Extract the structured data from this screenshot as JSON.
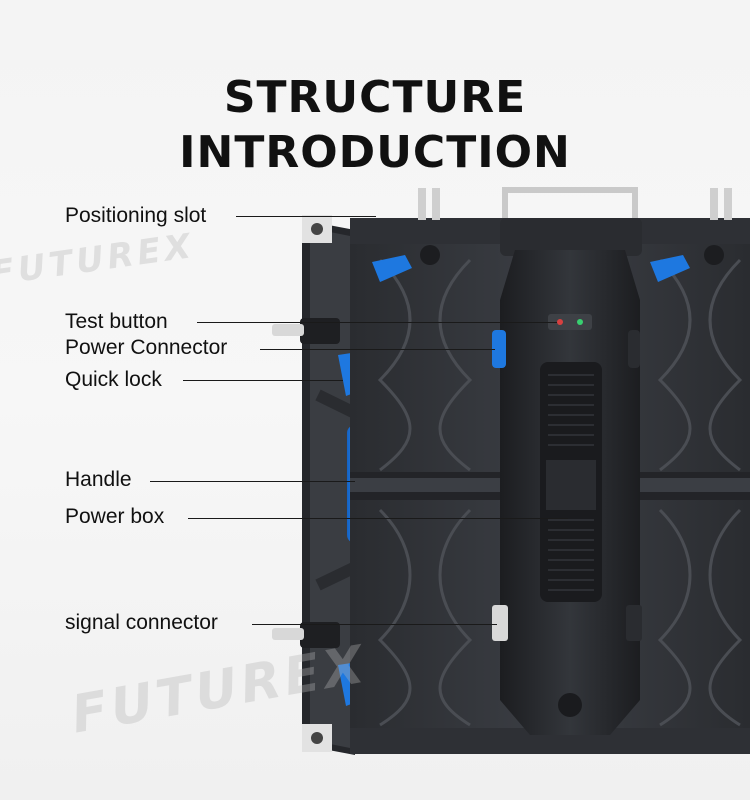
{
  "title": {
    "line1": "STRUCTURE",
    "line2": "INTRODUCTION"
  },
  "watermark": "FUTUREX",
  "labels": {
    "positioning_slot": "Positioning slot",
    "test_button": "Test button",
    "power_connector": "Power Connector",
    "quick_lock": "Quick lock",
    "handle": "Handle",
    "power_box": "Power box",
    "signal_connector": "signal connector"
  },
  "colors": {
    "accent_blue": "#1e78e0",
    "panel_dark": "#2b2d31",
    "panel_mid": "#3a3d42",
    "text": "#111111"
  }
}
